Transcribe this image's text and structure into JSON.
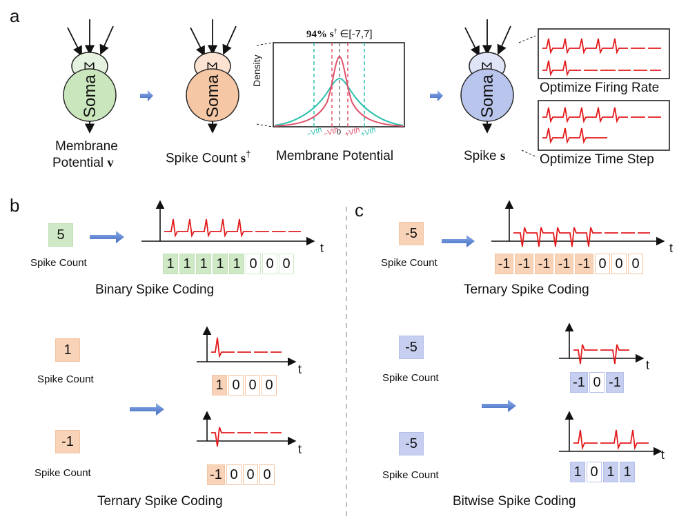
{
  "panels": {
    "a": "a",
    "b": "b",
    "c": "c"
  },
  "neurons": {
    "sigma": "Σ",
    "soma": "Soma",
    "label1_line1": "Membrane",
    "label1_line2": "Potential",
    "label1_var": "v",
    "label2": "Spike Count",
    "label2_var": "s",
    "label2_sup": "†",
    "label3": "Spike",
    "label3_var": "s"
  },
  "density_plot": {
    "annotation_pct": "94%",
    "annotation_var": "s",
    "annotation_sup": "†",
    "annotation_range": "∈[-7,7]",
    "ylabel": "Density",
    "xlabel": "Membrane Potential",
    "tick_zero": "0",
    "tick_neg_vth_outer": "−Vth",
    "tick_neg_vth_inner": "−Vth",
    "tick_pos_vth_inner": "+Vth",
    "tick_pos_vth_outer": "+Vth"
  },
  "optimize": {
    "firing_rate": "Optimize Firing Rate",
    "time_step": "Optimize Time Step"
  },
  "panel_b": {
    "top": {
      "count": "5",
      "count_label": "Spike Count",
      "axis_t": "t",
      "bits": [
        "1",
        "1",
        "1",
        "1",
        "1",
        "0",
        "0",
        "0"
      ],
      "caption": "Binary Spike Coding"
    },
    "mid": {
      "count": "1",
      "count_label": "Spike Count",
      "axis_t": "t",
      "bits": [
        "1",
        "0",
        "0",
        "0"
      ]
    },
    "low": {
      "count": "-1",
      "count_label": "Spike Count",
      "axis_t": "t",
      "bits": [
        "-1",
        "0",
        "0",
        "0"
      ]
    },
    "caption_bottom": "Ternary Spike Coding"
  },
  "panel_c": {
    "top": {
      "count": "-5",
      "count_label": "Spike Count",
      "axis_t": "t",
      "bits": [
        "-1",
        "-1",
        "-1",
        "-1",
        "-1",
        "0",
        "0",
        "0"
      ],
      "caption": "Ternary Spike Coding"
    },
    "mid": {
      "count": "-5",
      "count_label": "Spike Count",
      "axis_t": "t",
      "bits": [
        "-1",
        "0",
        "-1"
      ]
    },
    "low": {
      "count": "-5",
      "count_label": "Spike Count",
      "axis_t": "t",
      "bits": [
        "1",
        "0",
        "1",
        "1"
      ]
    },
    "caption_bottom": "Bitwise Spike Coding"
  },
  "colors": {
    "green": "#cfe8c6",
    "orange": "#f8d3b8",
    "blue": "#c6cff0",
    "spike_red": "#e31a1c",
    "curve_teal": "#2bbfad",
    "curve_pink": "#e0506a",
    "arrow_blue": "#4f78c8"
  }
}
